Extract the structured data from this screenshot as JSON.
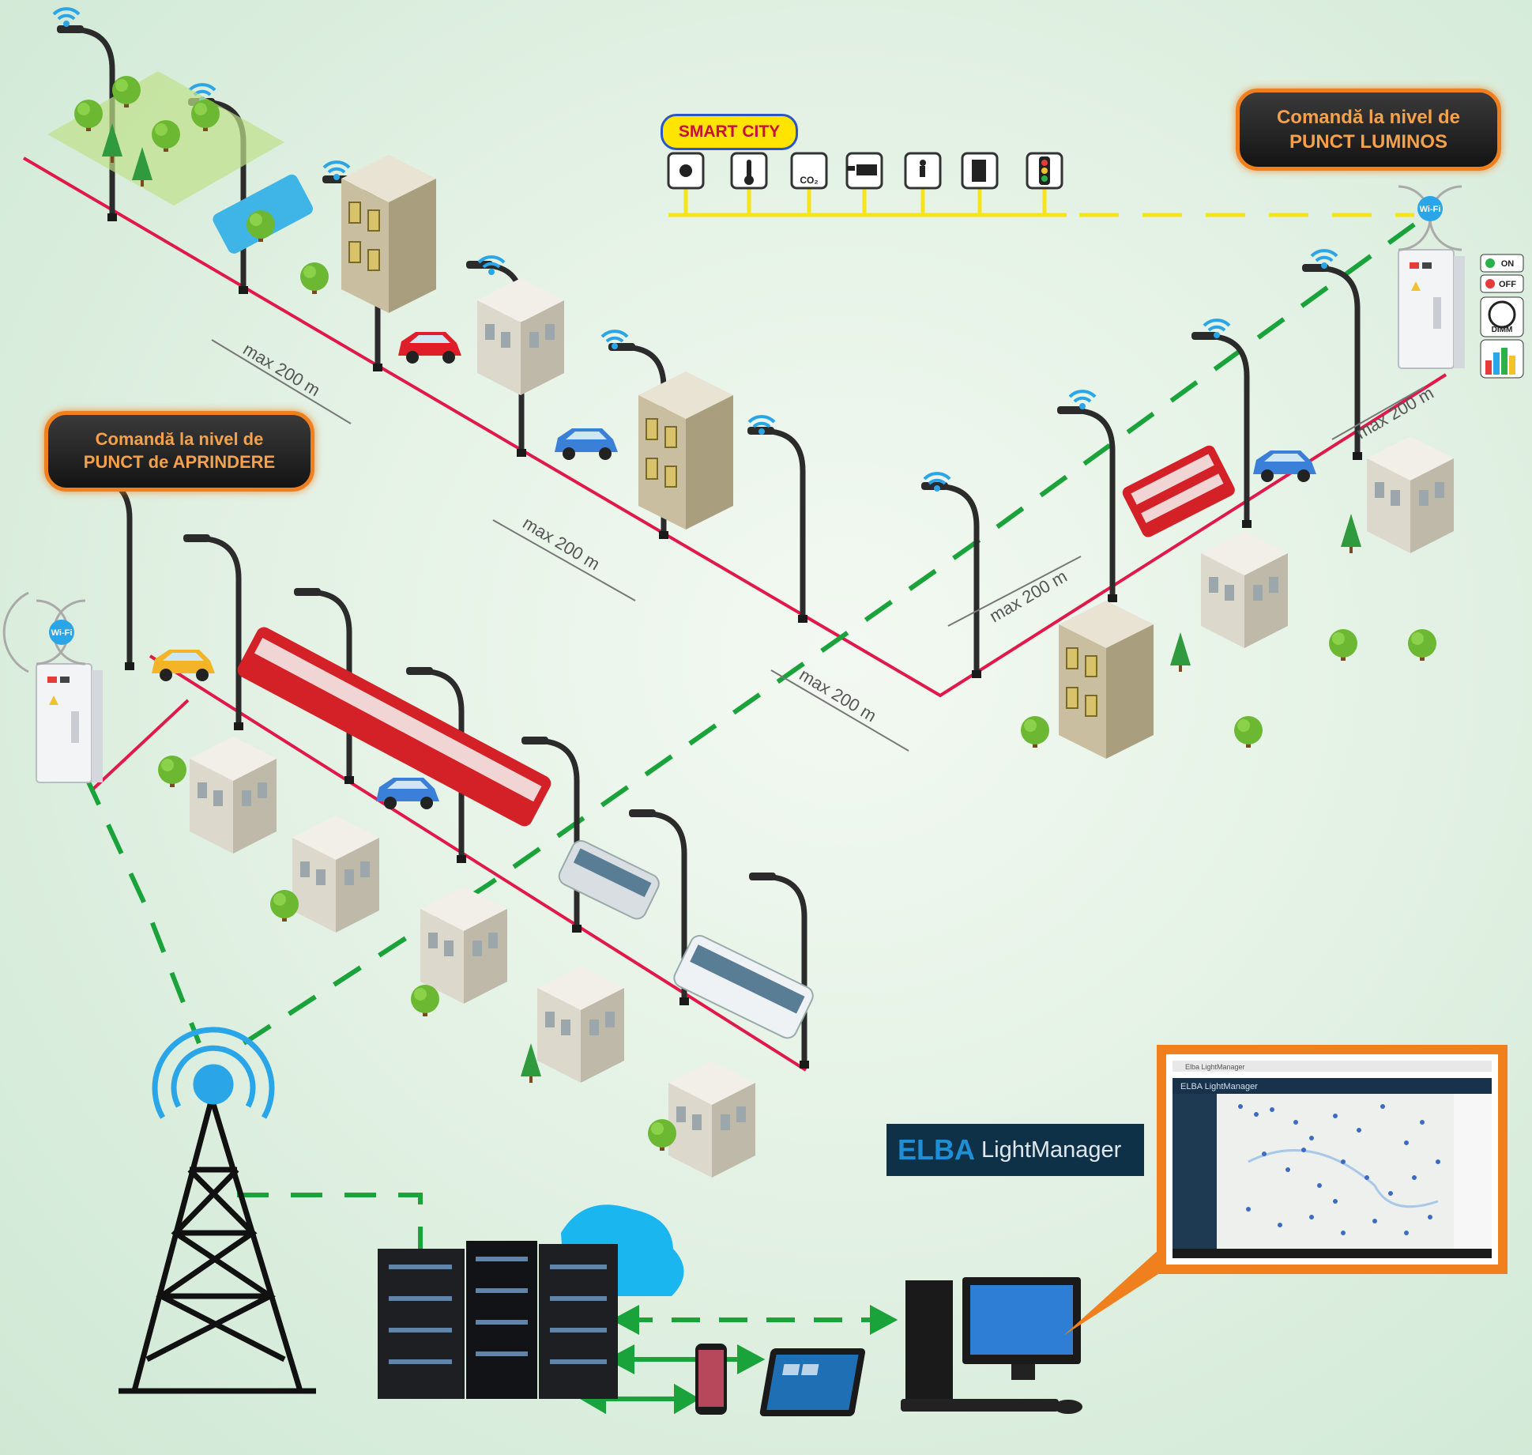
{
  "callouts": {
    "punct_luminos": {
      "line1": "Comandă la nivel de",
      "line2": "PUNCT LUMINOS"
    },
    "punct_aprindere": {
      "line1": "Comandă la nivel de",
      "line2": "PUNCT de APRINDERE"
    }
  },
  "smart_city": {
    "label": "SMART CITY",
    "sensor_icons": [
      "noise-sensor-icon",
      "temperature-sensor-icon",
      "co2-sensor-icon",
      "camera-icon",
      "motion-sensor-icon",
      "parking-sensor-icon",
      "traffic-light-icon"
    ],
    "co2_label": "CO₂"
  },
  "distance_label": "max 200 m",
  "wifi_label": "Wi-Fi",
  "cabinet_controls": {
    "on": "ON",
    "off": "OFF",
    "dimm": "DIMM"
  },
  "brand": {
    "part1": "ELBA",
    "part2": "LightManager"
  },
  "app_screen": {
    "window_title": "Elba LightManager",
    "app_name": "ELBA LightManager"
  },
  "colors": {
    "power_line": "#e0194a",
    "data_link": "#1aa33a",
    "sensor_bus": "#f6e41a",
    "callout_border": "#f07f1e",
    "wifi": "#2aa6e8"
  },
  "icons": [
    "street-lamp-icon",
    "wifi-icon",
    "cell-tower-icon",
    "server-rack-icon",
    "cloud-icon",
    "smartphone-icon",
    "tablet-icon",
    "desktop-pc-icon",
    "control-cabinet-icon",
    "bus-icon",
    "tram-icon",
    "car-icon",
    "building-icon",
    "tree-icon"
  ]
}
